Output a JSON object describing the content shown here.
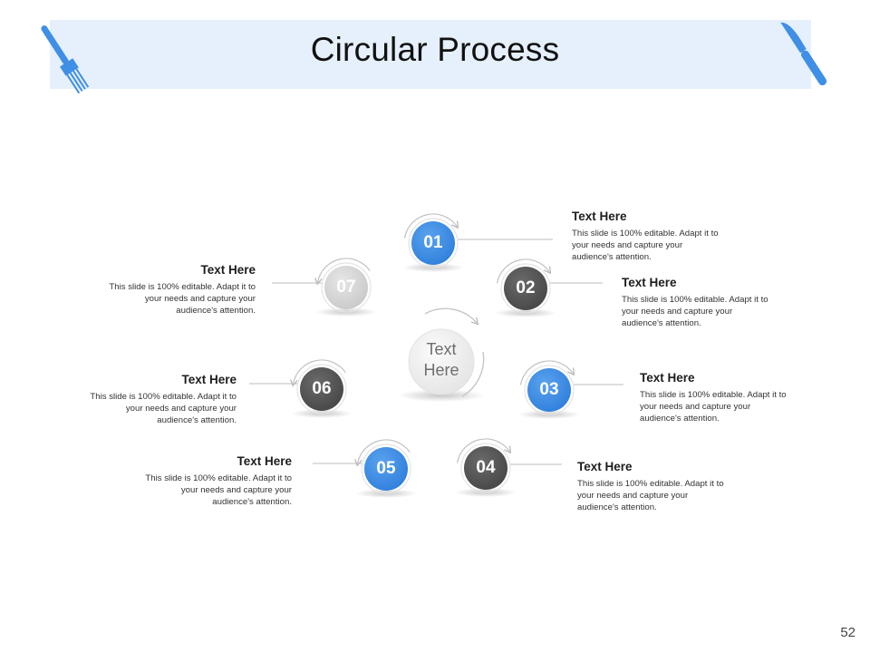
{
  "slide": {
    "title": "Circular Process",
    "page_number": "52",
    "center_label": [
      "Text",
      "Here"
    ]
  },
  "colors": {
    "banner": "#e5f0fc",
    "blue": "#3f8fe6",
    "dark": "#555555",
    "light": "#d6d6d6",
    "utensil": "#3f8fe6"
  },
  "icons": {
    "left": "fork-icon",
    "right": "knife-icon"
  },
  "steps": [
    {
      "number": "01",
      "tone": "blue",
      "heading": "Text Here",
      "description": [
        "This slide is 100% editable. Adapt it to",
        "your needs and capture your",
        "audience's attention."
      ]
    },
    {
      "number": "02",
      "tone": "dark",
      "heading": "Text Here",
      "description": [
        "This slide is 100% editable. Adapt it to",
        "your needs and capture your",
        "audience's attention."
      ]
    },
    {
      "number": "03",
      "tone": "blue",
      "heading": "Text Here",
      "description": [
        "This slide is 100% editable. Adapt it to",
        "your needs and capture your",
        "audience's attention."
      ]
    },
    {
      "number": "04",
      "tone": "dark",
      "heading": "Text Here",
      "description": [
        "This slide is 100% editable. Adapt it to",
        "your needs and capture your",
        "audience's attention."
      ]
    },
    {
      "number": "05",
      "tone": "blue",
      "heading": "Text Here",
      "description": [
        "This slide is 100% editable. Adapt it to",
        "your needs and capture your",
        "audience's attention."
      ]
    },
    {
      "number": "06",
      "tone": "dark",
      "heading": "Text Here",
      "description": [
        "This slide is 100% editable. Adapt it to",
        "your needs and capture your",
        "audience's attention."
      ]
    },
    {
      "number": "07",
      "tone": "light",
      "heading": "Text Here",
      "description": [
        "This slide is 100% editable. Adapt it to",
        "your needs and capture your",
        "audience's attention."
      ]
    }
  ]
}
